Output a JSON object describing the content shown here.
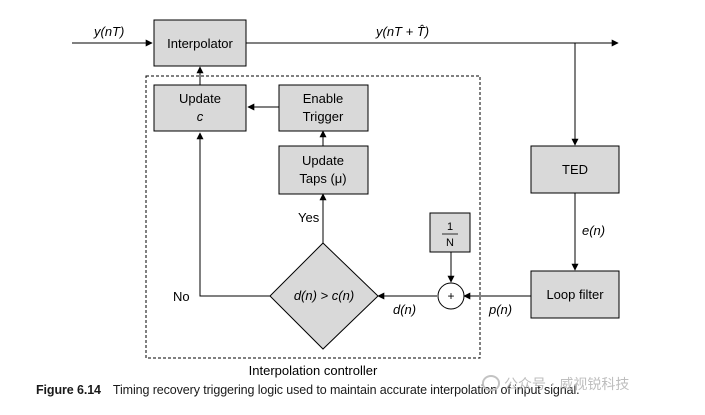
{
  "diagram": {
    "input_label": "y(nT)",
    "output_label": "y(nT + T̂)",
    "output_hat": "^",
    "blocks": {
      "interpolator": "Interpolator",
      "update_c_line1": "Update",
      "update_c_line2": "c",
      "enable_trigger_line1": "Enable",
      "enable_trigger_line2": "Trigger",
      "update_taps_line1": "Update",
      "update_taps_line2": "Taps (μ)",
      "ted": "TED",
      "loop_filter": "Loop filter",
      "one_over_n_num": "1",
      "one_over_n_den": "N"
    },
    "decision": "d(n) > c(n)",
    "yes_label": "Yes",
    "no_label": "No",
    "en_label": "e(n)",
    "pn_label": "p(n)",
    "dn_label": "d(n)",
    "adder_symbol": "+",
    "controller_label": "Interpolation controller"
  },
  "caption": {
    "figure_number": "Figure 6.14",
    "text": "Timing recovery triggering logic used to maintain accurate interpolation of input signal."
  },
  "watermark": {
    "text": "公众号 · 威视锐科技"
  }
}
